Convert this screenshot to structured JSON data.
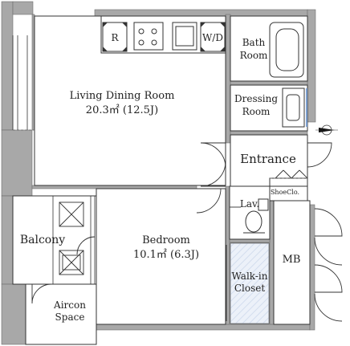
{
  "rooms": {
    "ldr": {
      "name": "Living Dining Room",
      "area": "20.3㎡ (12.5J)"
    },
    "bedroom": {
      "name": "Bedroom",
      "area": "10.1㎡ (6.3J)"
    },
    "bath": {
      "line1": "Bath",
      "line2": "Room"
    },
    "dressing": {
      "line1": "Dressing",
      "line2": "Room"
    },
    "entrance": "Entrance",
    "shoe": "ShoeClo.",
    "lav": "Lav.",
    "walkin": {
      "line1": "Walk-in",
      "line2": "Closet"
    },
    "mb": "MB",
    "balcony": "Balcony",
    "aircon": {
      "line1": "Aircon",
      "line2": "Space"
    }
  },
  "fixtures": {
    "refrigerator": "R",
    "washer_dryer": "W/D"
  },
  "colors": {
    "wall": "#a8a8a8",
    "wall_edge": "#6e6e6e",
    "closet_fill": "#dce6f4",
    "line": "#333333"
  },
  "icons": {
    "compass": "north-arrow-icon"
  }
}
